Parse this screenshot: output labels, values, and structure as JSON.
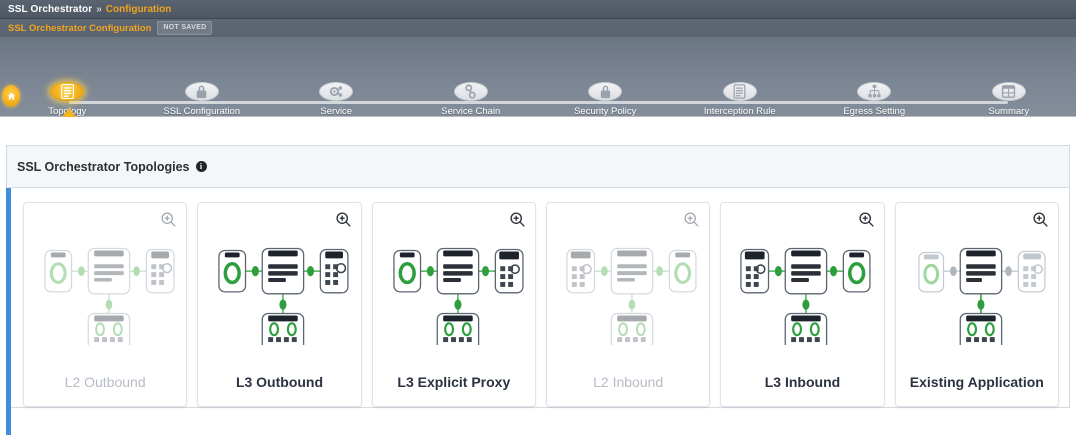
{
  "breadcrumb": {
    "root": "SSL Orchestrator",
    "separator": "»",
    "current": "Configuration"
  },
  "title_bar": {
    "text": "SSL Orchestrator Configuration",
    "badge": "NOT SAVED"
  },
  "wizard": {
    "home_icon": "home-icon",
    "active_index": 0,
    "steps": [
      {
        "label": "Topology",
        "icon": "list-lines-icon",
        "active": true
      },
      {
        "label": "SSL Configuration",
        "icon": "lock-icon",
        "active": false
      },
      {
        "label": "Service",
        "icon": "gear-nodes-icon",
        "active": false
      },
      {
        "label": "Service Chain",
        "icon": "chain-link-icon",
        "active": false
      },
      {
        "label": "Security Policy",
        "icon": "padlock-icon",
        "active": false
      },
      {
        "label": "Interception Rule",
        "icon": "list-lines-icon",
        "active": false
      },
      {
        "label": "Egress Setting",
        "icon": "hierarchy-icon",
        "active": false
      },
      {
        "label": "Summary",
        "icon": "table-icon",
        "active": false
      }
    ]
  },
  "panel": {
    "title": "SSL Orchestrator Topologies",
    "info_icon": "info-icon",
    "info_glyph": "i",
    "accent_color": "#3e8ede"
  },
  "topologies": [
    {
      "label": "L2 Outbound",
      "enabled": false,
      "direction": "outbound",
      "zoom_icon": "zoom-in-icon"
    },
    {
      "label": "L3 Outbound",
      "enabled": true,
      "direction": "outbound",
      "zoom_icon": "zoom-in-icon"
    },
    {
      "label": "L3 Explicit Proxy",
      "enabled": true,
      "direction": "outbound",
      "zoom_icon": "zoom-in-icon"
    },
    {
      "label": "L2 Inbound",
      "enabled": false,
      "direction": "inbound",
      "zoom_icon": "zoom-in-icon"
    },
    {
      "label": "L3 Inbound",
      "enabled": true,
      "direction": "inbound",
      "zoom_icon": "zoom-in-icon"
    },
    {
      "label": "Existing Application",
      "enabled": true,
      "direction": "outbound",
      "zoom_icon": "zoom-in-icon"
    }
  ],
  "colors": {
    "accent_gold": "#f0a41e",
    "accent_blue": "#3e8ede",
    "header_slate": "#5a6370",
    "diagram_green": "#4caf50",
    "label_enabled": "#2b3242",
    "label_disabled": "#b6bcc5"
  }
}
